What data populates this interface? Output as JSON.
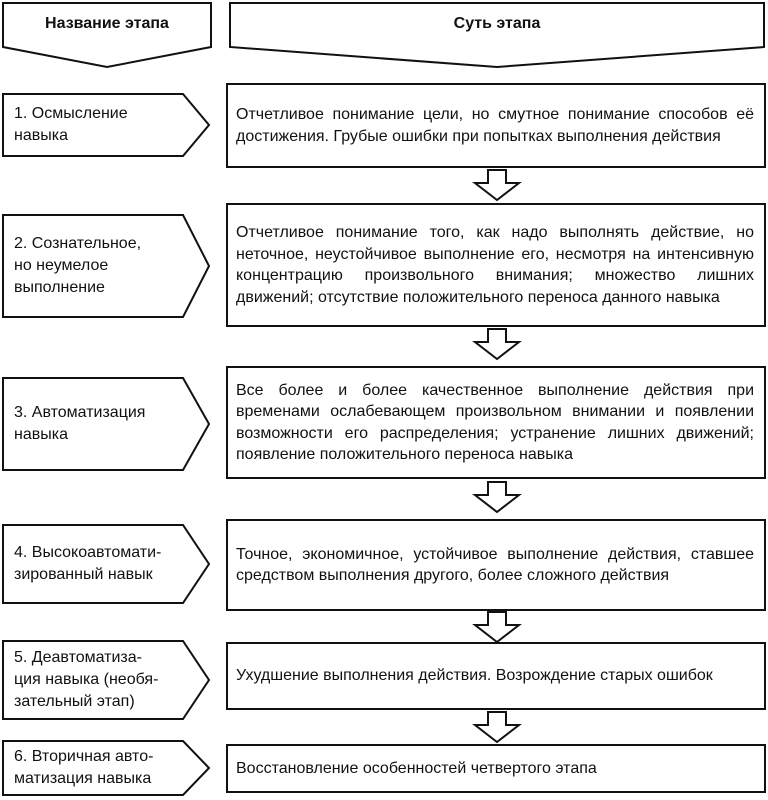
{
  "headers": {
    "name_column": "Название этапа",
    "essence_column": "Суть этапа"
  },
  "stages": [
    {
      "name": "1. Осмысление\nнавыка",
      "description": "Отчетливое понимание цели, но смутное понимание способов её достижения. Грубые ошибки при попытках выполнения действия"
    },
    {
      "name": "2. Сознательное,\nно неумелое\nвыполнение",
      "description": "Отчетливое понимание того, как надо выполнять действие, но неточное, неустойчивое выполнение его, несмотря на интенсивную концентрацию произвольного внимания; множество лишних движений; отсутствие положительного переноса данного навыка"
    },
    {
      "name": "3. Автоматизация\nнавыка",
      "description": "Все более и более качественное выполнение действия при временами ослабевающем произвольном внимании и появлении возможности его распределения; устранение лишних движений; появление положительного переноса навыка"
    },
    {
      "name": "4. Высокоавтомати-\nзированный навык",
      "description": "Точное, экономичное, устойчивое выполнение действия, ставшее средством выполнения другого, более сложного действия"
    },
    {
      "name": "5. Деавтоматиза-\nция навыка (необя-\nзательный этап)",
      "description": "Ухудшение выполнения действия. Возрождение старых ошибок"
    },
    {
      "name": "6. Вторичная авто-\nматизация навыка",
      "description": "Восстановление особенностей четвертого этапа"
    }
  ]
}
